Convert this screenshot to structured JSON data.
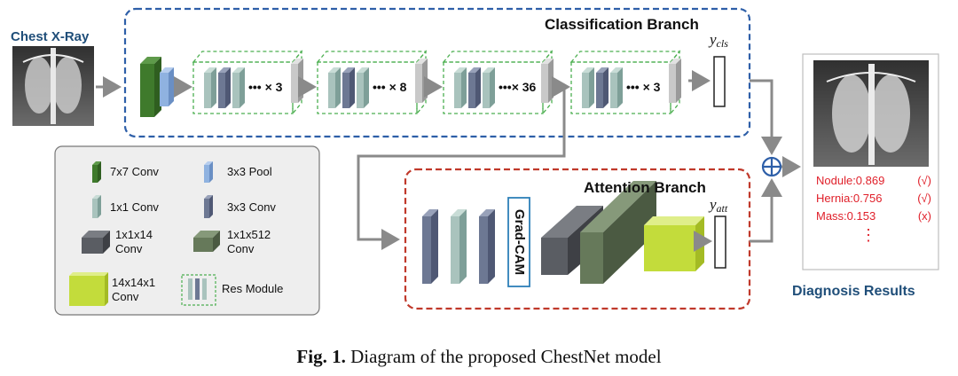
{
  "input_label": "Chest X-Ray",
  "classification_branch": {
    "title": "Classification Branch",
    "output_symbol": "y",
    "output_sub": "cls",
    "res_groups": [
      "••• × 3",
      "••• × 8",
      "•••× 36",
      "••• × 3"
    ]
  },
  "attention_branch": {
    "title": "Attention Branch",
    "gradcam_label": "Grad-CAM",
    "output_symbol": "y",
    "output_sub": "att"
  },
  "legend": {
    "conv7": "7x7 Conv",
    "pool3": "3x3 Pool",
    "conv1": "1x1 Conv",
    "conv3": "3x3 Conv",
    "conv1x1x14": "1x1x14 Conv",
    "conv1x1x512": "1x1x512 Conv",
    "conv14x14x1": "14x14x1 Conv",
    "res_module": "Res Module"
  },
  "diagnosis": {
    "title": "Diagnosis Results",
    "items": [
      {
        "text": "Nodule:0.869",
        "mark": "(√)"
      },
      {
        "text": "Hernia:0.756",
        "mark": "(√)"
      },
      {
        "text": "Mass:0.153",
        "mark": "(x)"
      }
    ],
    "ellipsis": "⋮"
  },
  "caption": {
    "bold": "Fig. 1.",
    "text": " Diagram of the proposed ChestNet model"
  },
  "colors": {
    "blue_dash": "#2e5fa8",
    "red_dash": "#c0392b",
    "conv7": "#3f7a2c",
    "pool3": "#8fb2e0",
    "conv1": "#a9c3bd",
    "conv3": "#6d7893",
    "conv1x1x14": "#5a5d63",
    "conv1x1x512": "#66795a",
    "conv14x14x1": "#c3dc3b"
  }
}
